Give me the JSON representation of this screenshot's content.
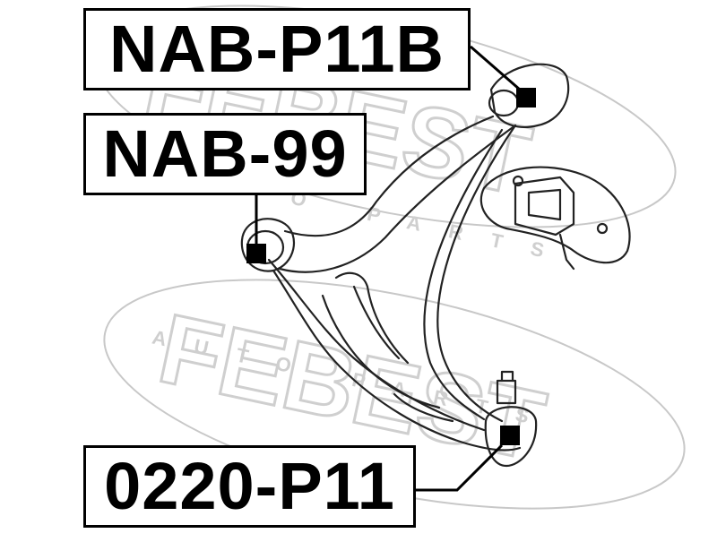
{
  "colors": {
    "line": "#000000",
    "watermark": "#cccccc",
    "background": "#ffffff"
  },
  "labels": {
    "top": "NAB-P11B",
    "middle": "NAB-99",
    "bottom": "0220-P11"
  },
  "watermark": {
    "brand": "FEBEST",
    "sub": "AUTO PARTS"
  }
}
